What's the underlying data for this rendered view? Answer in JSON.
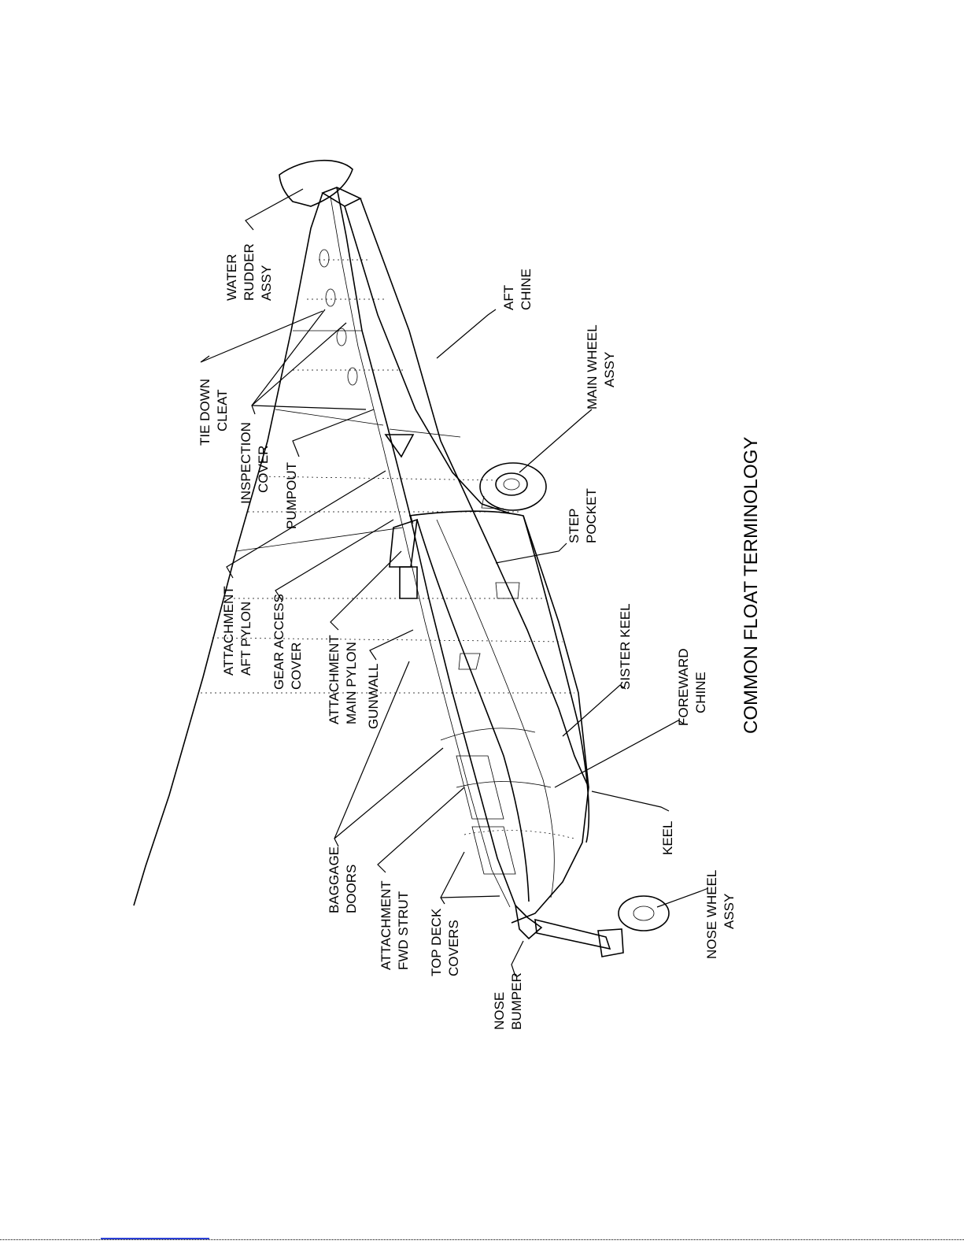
{
  "diagram": {
    "title": "COMMON FLOAT TERMINOLOGY",
    "labels": {
      "water_rudder": [
        "WATER",
        "RUDDER",
        "ASSY"
      ],
      "aft_chine": [
        "AFT",
        "CHINE"
      ],
      "tie_down_cleat": [
        "TIE DOWN",
        "CLEAT"
      ],
      "inspection_cover": [
        "INSPECTION",
        "COVER"
      ],
      "pumpout": [
        "PUMPOUT"
      ],
      "main_wheel": [
        "MAIN WHEEL",
        "ASSY"
      ],
      "step_pocket": [
        "STEP",
        "POCKET"
      ],
      "attachment_aft_pylon": [
        "ATTACHMENT",
        "AFT PYLON"
      ],
      "gear_access_cover": [
        "GEAR ACCESS",
        "COVER"
      ],
      "attachment_main_pylon": [
        "ATTACHMENT",
        "MAIN PYLON"
      ],
      "gunwall": [
        "GUNWALL"
      ],
      "sister_keel": [
        "SISTER KEEL"
      ],
      "foreward_chine": [
        "FOREWARD",
        "CHINE"
      ],
      "baggage_doors": [
        "BAGGAGE",
        "DOORS"
      ],
      "attachment_fwd_strut": [
        "ATTACHMENT",
        "FWD STRUT"
      ],
      "top_deck_covers": [
        "TOP DECK",
        "COVERS"
      ],
      "nose_bumper": [
        "NOSE",
        "BUMPER"
      ],
      "keel": [
        "KEEL"
      ],
      "nose_wheel": [
        "NOSE WHEEL",
        "ASSY"
      ]
    }
  }
}
